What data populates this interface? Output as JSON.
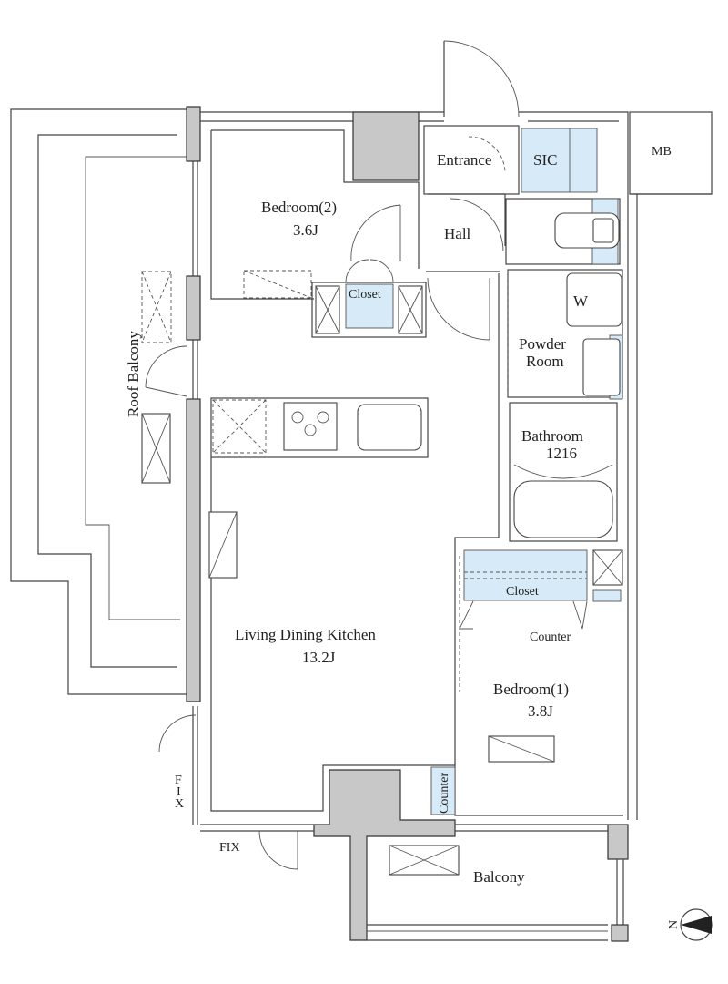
{
  "rooms": {
    "entrance": "Entrance",
    "sic": "SIC",
    "mb": "MB",
    "bedroom2_name": "Bedroom(2)",
    "bedroom2_size": "3.6J",
    "hall": "Hall",
    "closet_top": "Closet",
    "washer": "W",
    "powder_room_line1": "Powder",
    "powder_room_line2": "Room",
    "bathroom_name": "Bathroom",
    "bathroom_size": "1216",
    "roof_balcony": "Roof Balcony",
    "closet_right": "Closet",
    "counter_right": "Counter",
    "ldk_name": "Living Dining Kitchen",
    "ldk_size": "13.2J",
    "bedroom1_name": "Bedroom(1)",
    "bedroom1_size": "3.8J",
    "counter_bottom": "Counter",
    "fix_side_1": "F",
    "fix_side_2": "I",
    "fix_side_3": "X",
    "fix_bottom": "FIX",
    "balcony": "Balcony",
    "north": "N"
  },
  "colors": {
    "wall": "#c8c8c8",
    "storage_blue": "#d6eaf7",
    "line": "#444444"
  }
}
